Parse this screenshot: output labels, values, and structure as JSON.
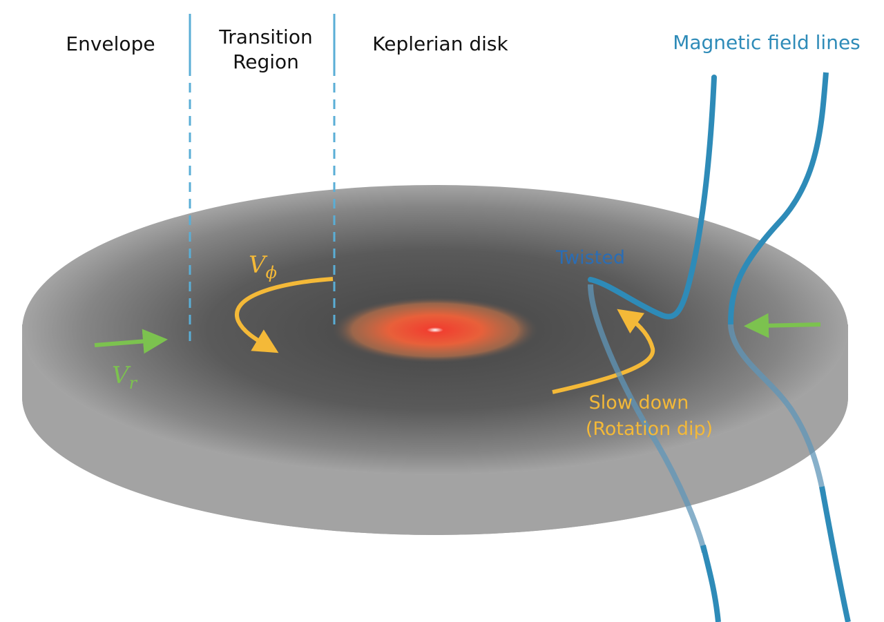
{
  "regions": {
    "envelope": "Envelope",
    "transition": "Transition Region",
    "keplerian": "Keplerian disk"
  },
  "labels": {
    "magnetic_field_lines": "Magnetic field lines",
    "twisted": "Twisted",
    "slow_down": "Slow down",
    "rotation_dip": "(Rotation dip)",
    "v_phi": "V",
    "v_phi_sub": "ϕ",
    "v_r": "V",
    "v_r_sub": "r"
  },
  "colors": {
    "field_line": "#2e8bb8",
    "twisted_text": "#2a6db5",
    "rotation": "#f4b938",
    "infall": "#7cc24f",
    "boundary": "#5aaed6",
    "disk": "#a6a6a6",
    "center": "#e8452c"
  }
}
